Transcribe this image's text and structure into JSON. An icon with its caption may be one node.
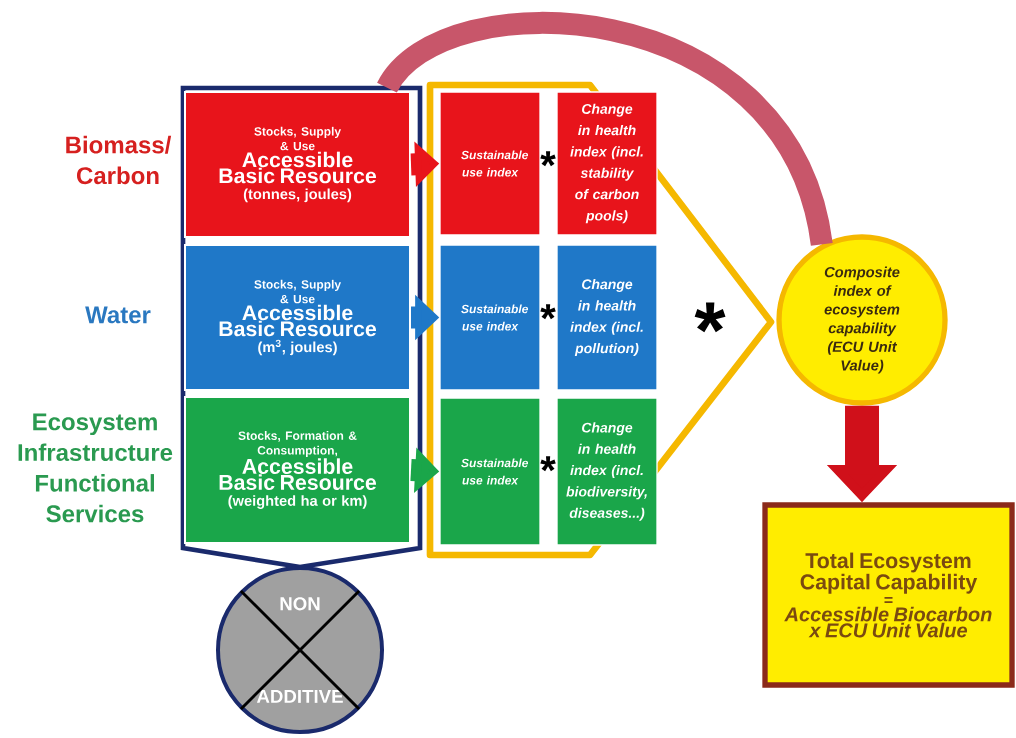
{
  "diagram": {
    "nodes": [
      {
        "text": [],
        "shape": "box"
      },
      {
        "text": [
          "Stocks, Supply & Use",
          "Accessible Basic Resource",
          "(tonnes, joules)"
        ],
        "in": 0
      },
      {
        "text": [
          "Stocks, Supply & Use",
          "Accessible Basic Resource",
          "(m$^{3}$, joules)"
        ],
        "in": 0
      },
      {
        "text": [
          "Stocks, Formation & Consumption,",
          "Accessible Basic Resource",
          "(weighted ha or km)"
        ],
        "in": 0
      },
      {
        "text": [],
        "shape": "box"
      },
      {
        "text": [
          "Sustainable use index"
        ],
        "in": 4
      },
      {
        "text": [
          "Change in health index (incl. stability of carbon pools)"
        ],
        "in": 4
      },
      {
        "text": [
          "Sustainable use index"
        ],
        "in": 4
      },
      {
        "text": [
          "Change in health index (incl. pollution)"
        ],
        "in": 4
      },
      {
        "text": [
          "Sustainable use index"
        ],
        "in": 4
      },
      {
        "text": [
          "Change in health index (incl. biodiversity, diseases...)"
        ],
        "in": 4
      },
      {
        "text": [
          "Composite index of ecosystem capability (ECU Unit Value)"
        ]
      },
      {
        "text": [
          "Total Ecosystem Capital Capability",
          "=",
          "Accessible Biocarbon x ECU Unit Value"
        ]
      },
      {
        "text": [
          "NON",
          "ADDITIVE"
        ]
      }
    ],
    "edges": [
      {
        "from": 1,
        "to": 5,
        "arrow": "to",
        "color": "#e8141b"
      },
      {
        "from": 2,
        "to": 7,
        "arrow": "to",
        "color": "#1f78c8"
      },
      {
        "from": 3,
        "to": 9,
        "arrow": "to",
        "color": "#1aa64a"
      },
      {
        "from": 0,
        "to": 11,
        "arrow": "none",
        "color": "#c8566a"
      },
      {
        "from": 11,
        "to": 12,
        "arrow": "to",
        "color": "#d0101a"
      }
    ],
    "labels": [
      "Biomass/ Carbon",
      "Water",
      "Ecosystem Infrastructure Functional Services",
      "*",
      "*",
      "*",
      "*"
    ]
  }
}
